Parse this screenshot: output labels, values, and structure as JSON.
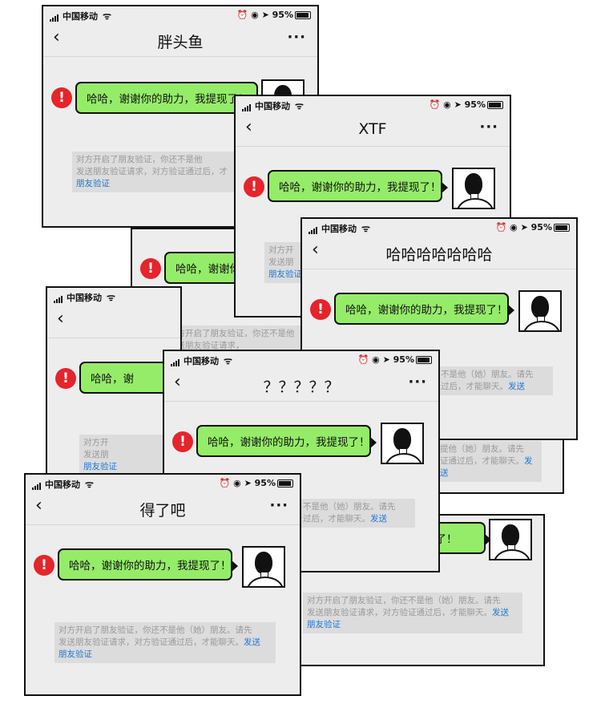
{
  "status_bar": {
    "carrier": "中国移动",
    "battery": "95%"
  },
  "message": {
    "text": "哈哈，谢谢你的助力，我提现了！",
    "error_mark": "!"
  },
  "notice": {
    "prefix": "对方开启了朋友验证，你还不是他（她）朋友。请先发送朋友验证请求，对方验证通过后，才能聊天。",
    "link": "发送朋友验证"
  },
  "nav": {
    "back": "‹",
    "more": "···"
  },
  "fragments": {
    "notice_tail": "不是他（她）朋友。请先",
    "notice_tail2": "过后，才能聊天。",
    "link_send": "发送",
    "link_friend": "朋友验证",
    "notice_mid": "提他（她）朋友。请先",
    "notice_mid2": "证通过后，才能聊天。",
    "bubble_tail": "现了！",
    "bubble_tail2": "哈哈，谢",
    "bubble_tail3": "哈哈，谢谢你",
    "notice_left": "对方开启了朋友验证，你还不是他",
    "notice_left2": "发送朋友验证请求，对方验证通过后，才",
    "notice_a": "对方开",
    "notice_b": "发送朋",
    "notice_c": "发送朋友验证请求，",
    "notice_d": "对方开启了朋友验证，你还不是他（",
    "notice_e": "发送朋友验证请求，对方验证通过后，才能聊天。",
    "notice_f": "对方开启了朋友验证，你还不是他（她）朋友。请先",
    "notice_g": "发送朋友验证请求，对方验证通过后，才能聊天。",
    "notice_h": "不是他（她）朋友。请先",
    "notice_i": "过后，才能聊天。"
  },
  "cards": [
    {
      "title": "胖头鱼"
    },
    {
      "title": "XTF"
    },
    {
      "title": "哈哈哈哈哈哈哈"
    },
    {
      "title": "？？？？？"
    },
    {
      "title": "得了吧"
    }
  ]
}
